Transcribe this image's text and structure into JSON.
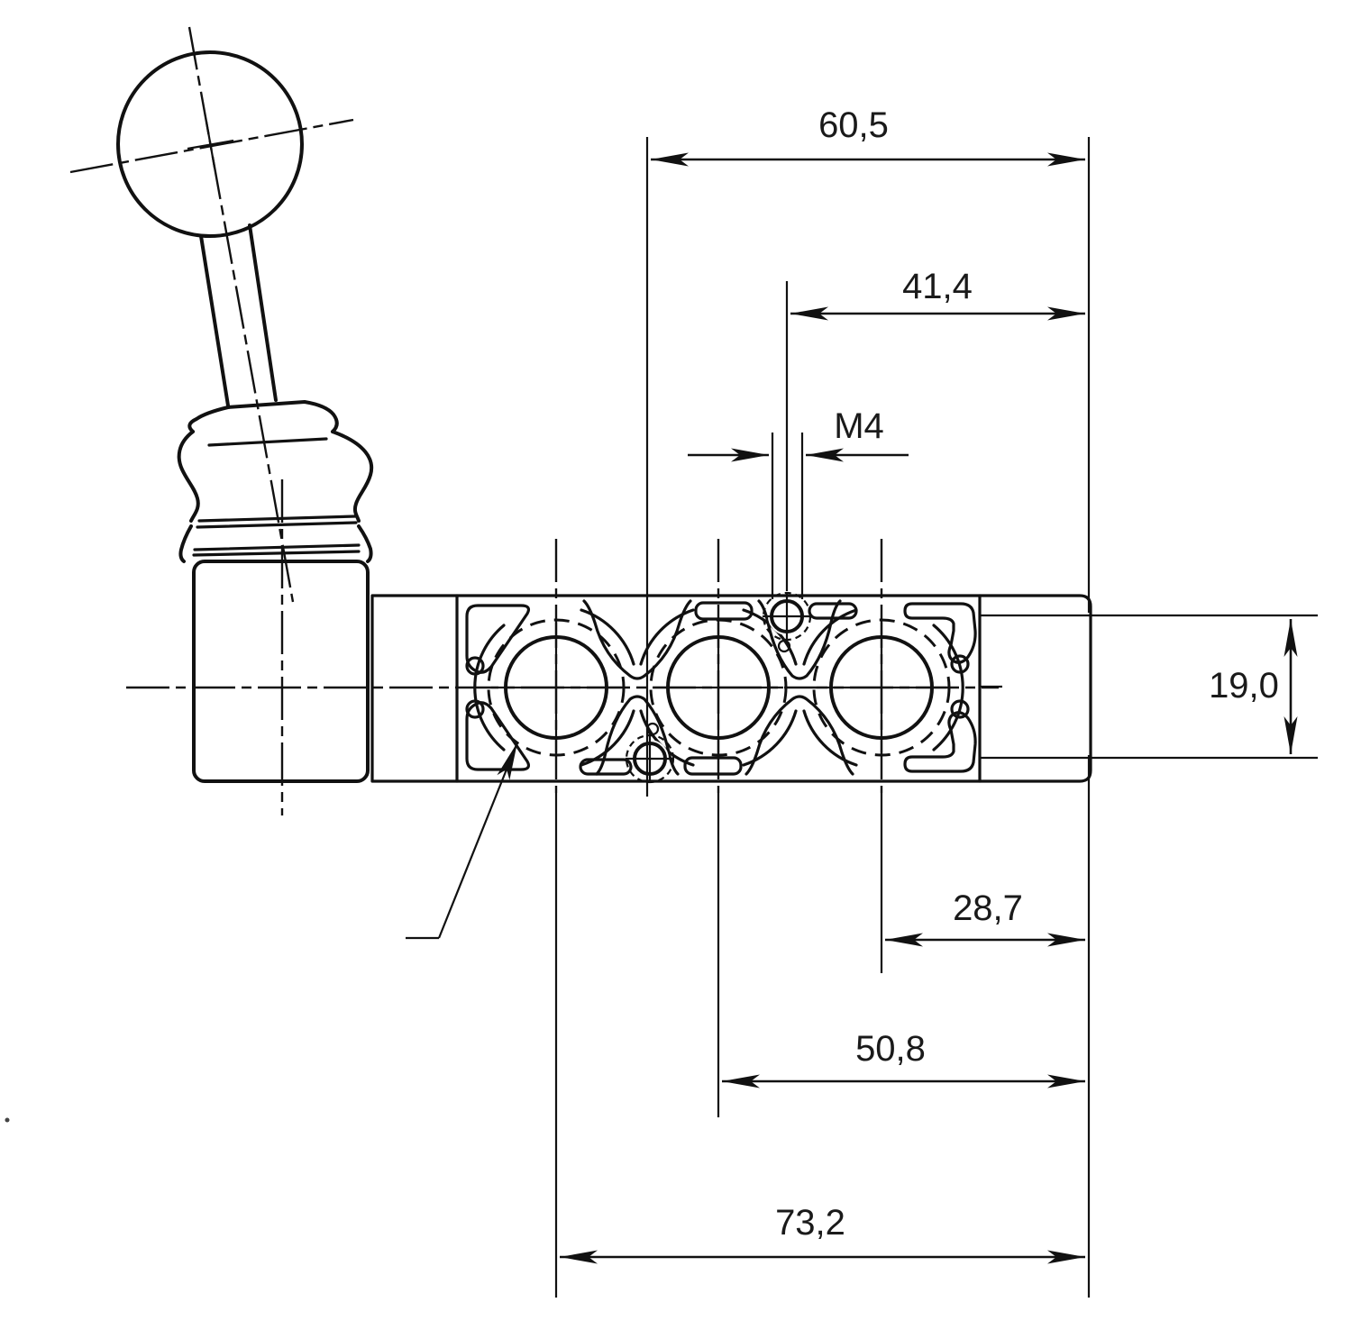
{
  "drawing": {
    "line_color": "#111111",
    "background_color": "#ffffff",
    "dims": {
      "d60_5": {
        "label": "60,5"
      },
      "d41_4": {
        "label": "41,4"
      },
      "m4": {
        "label": "M4"
      },
      "d19_0": {
        "label": "19,0"
      },
      "d28_7": {
        "label": "28,7"
      },
      "d50_8": {
        "label": "50,8"
      },
      "d73_2": {
        "label": "73,2"
      }
    }
  }
}
